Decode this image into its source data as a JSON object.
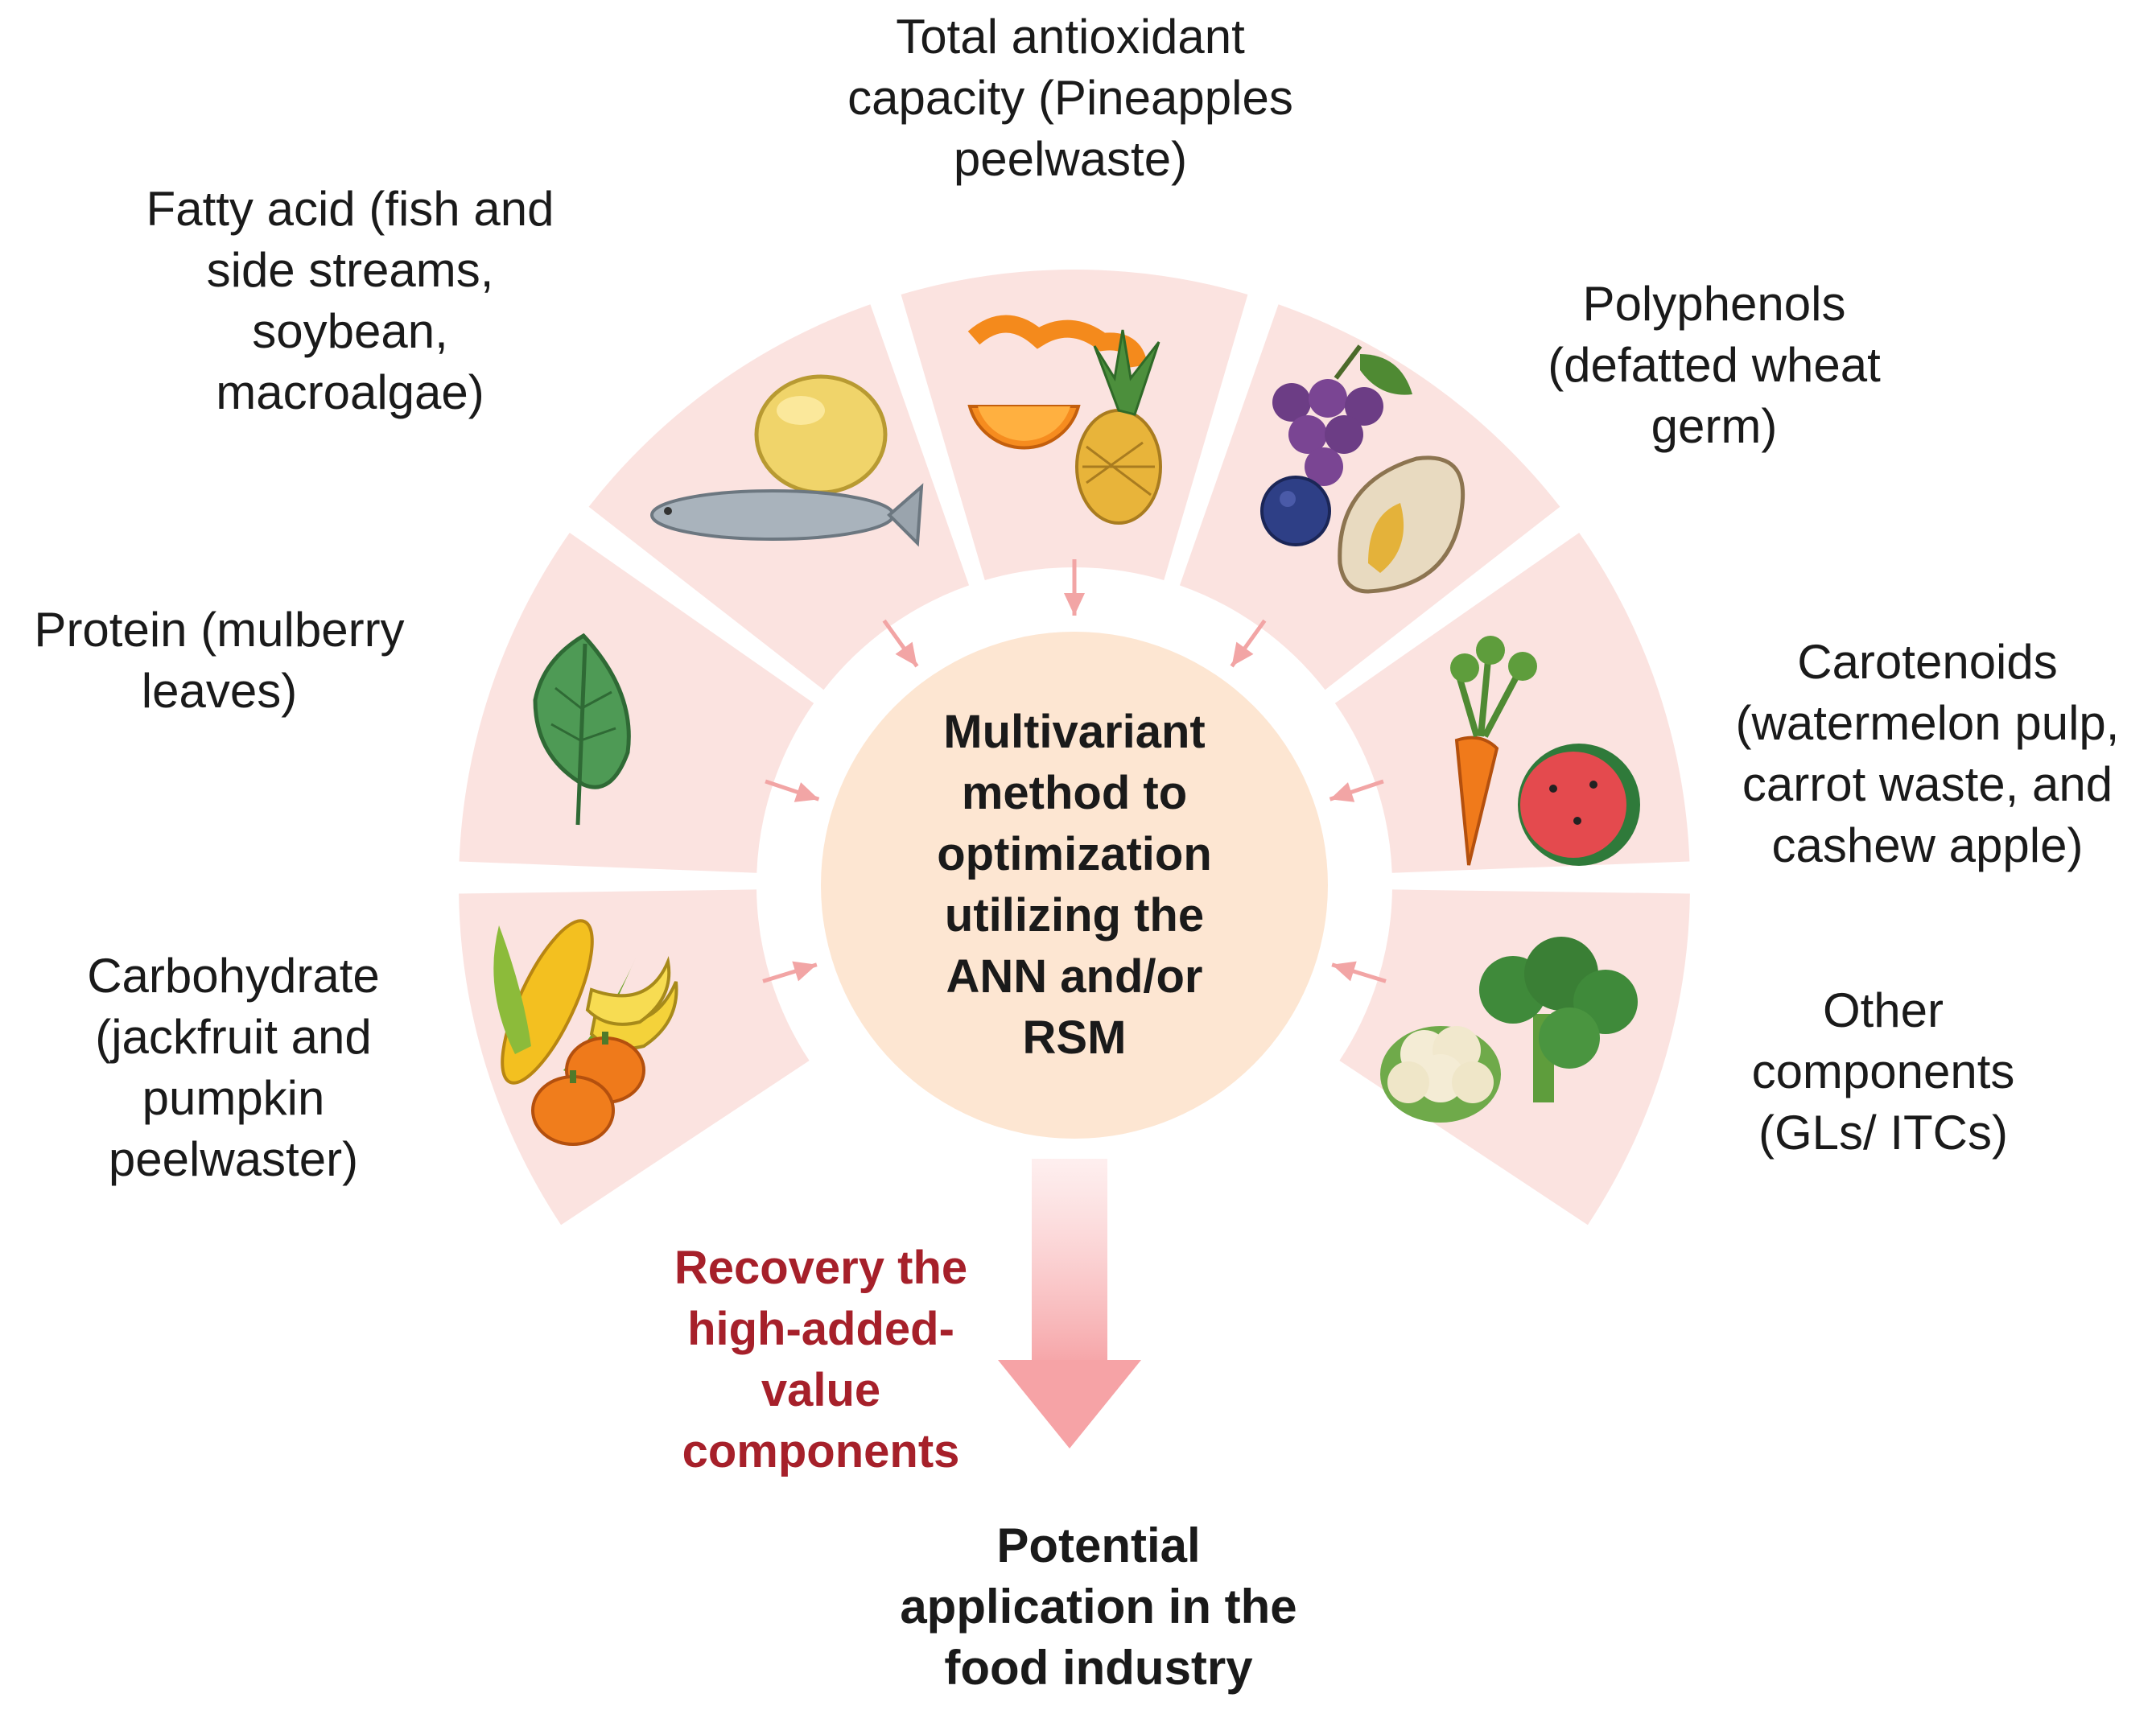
{
  "colors": {
    "segment_fill": "#fbe3e0",
    "center_fill": "#fde6d2",
    "arrow_color": "#f2a5a5",
    "recovery_text": "#a6202a",
    "text": "#1a1a1a"
  },
  "segments": [
    {
      "id": "carbohydrate",
      "label_lines": [
        "Carbohydrate",
        "(jackfruit and",
        "pumpkin",
        "peelwaster)"
      ],
      "icons": [
        "corn-icon",
        "banana-icon",
        "pumpkin-icon"
      ]
    },
    {
      "id": "protein",
      "label_lines": [
        "Protein (mulberry",
        "leaves)"
      ],
      "icons": [
        "leaf-icon"
      ]
    },
    {
      "id": "fatty-acid",
      "label_lines": [
        "Fatty acid (fish and",
        "side streams,",
        "soybean,",
        "macroalgae)"
      ],
      "icons": [
        "soybean-icon",
        "fish-icon"
      ]
    },
    {
      "id": "antioxidant",
      "label_lines": [
        "Total antioxidant",
        "capacity (Pineapples",
        "peelwaste)"
      ],
      "icons": [
        "orange-icon",
        "pineapple-icon"
      ]
    },
    {
      "id": "polyphenols",
      "label_lines": [
        "Polyphenols",
        "(defatted wheat",
        "germ)"
      ],
      "icons": [
        "grapes-icon",
        "blueberry-icon",
        "wheat-grain-icon"
      ]
    },
    {
      "id": "carotenoids",
      "label_lines": [
        "Carotenoids",
        "(watermelon pulp,",
        "carrot waste, and",
        "cashew apple)"
      ],
      "icons": [
        "carrot-icon",
        "watermelon-icon"
      ]
    },
    {
      "id": "other",
      "label_lines": [
        "Other",
        "components",
        "(GLs/ ITCs)"
      ],
      "icons": [
        "broccoli-icon",
        "cauliflower-icon"
      ]
    }
  ],
  "center": {
    "label_lines": [
      "Multivariant",
      "method to",
      "optimization",
      "utilizing  the",
      "ANN and/or",
      "RSM"
    ]
  },
  "recovery": {
    "label_lines": [
      "Recovery the",
      "high-added-",
      "value",
      "components"
    ]
  },
  "outcome": {
    "label_lines": [
      "Potential",
      "application in the",
      "food industry"
    ]
  }
}
